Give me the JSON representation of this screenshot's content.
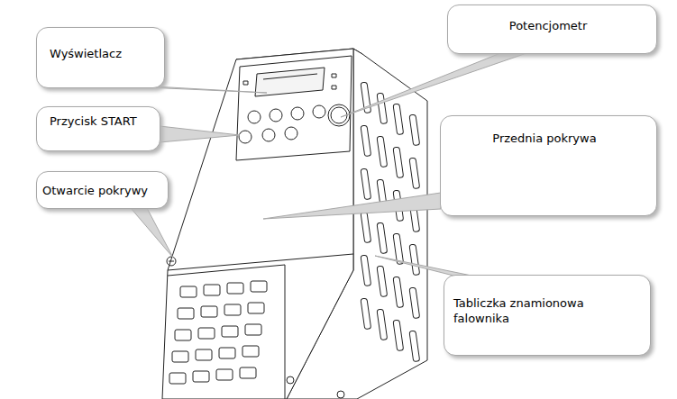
{
  "diagram": {
    "nodes": [
      {
        "text": [
          "Potencjometr"
        ]
      },
      {
        "text": [
          "Wyświetlacz"
        ]
      },
      {
        "text": [
          "Przycisk START"
        ]
      },
      {
        "text": [
          "Przednia pokrywa"
        ]
      },
      {
        "text": [
          "Otwarcie pokrywy"
        ]
      },
      {
        "text": [
          "Tabliczka znamionowa falownika"
        ]
      }
    ]
  }
}
